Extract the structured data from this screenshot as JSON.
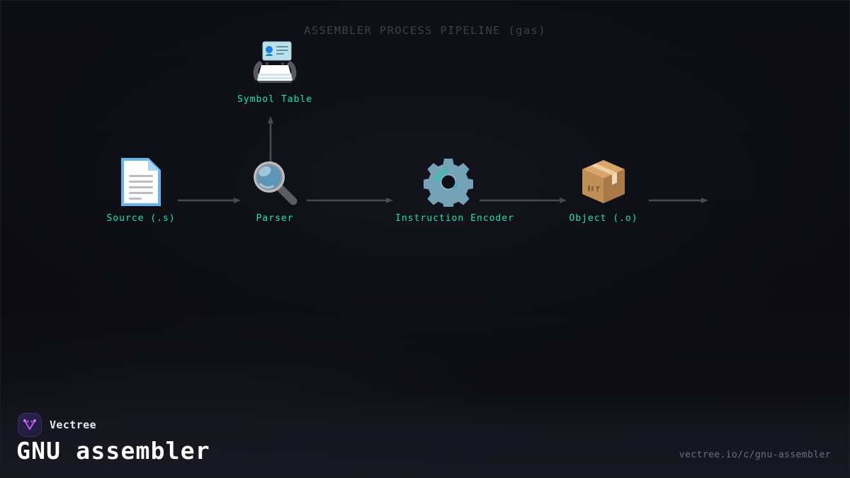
{
  "diagram": {
    "title": "ASSEMBLER PROCESS PIPELINE (gas)",
    "title_color": "#3e4049",
    "label_color": "#1fe0a8",
    "arrow_color": "#4a4a52",
    "background": "#0d0d13",
    "nodes": [
      {
        "id": "source",
        "label": "Source (.s)",
        "icon": "page-facing-up-icon"
      },
      {
        "id": "parser",
        "label": "Parser",
        "icon": "magnifying-glass-icon"
      },
      {
        "id": "symbol",
        "label": "Symbol Table",
        "icon": "card-index-icon"
      },
      {
        "id": "encoder",
        "label": "Instruction Encoder",
        "icon": "gear-icon"
      },
      {
        "id": "object",
        "label": "Object (.o)",
        "icon": "package-box-icon"
      }
    ],
    "edges": [
      {
        "from": "source",
        "to": "parser",
        "direction": "right"
      },
      {
        "from": "parser",
        "to": "encoder",
        "direction": "right"
      },
      {
        "from": "parser",
        "to": "symbol",
        "direction": "up"
      },
      {
        "from": "encoder",
        "to": "object",
        "direction": "right"
      },
      {
        "from": "object",
        "to": "",
        "direction": "right"
      }
    ]
  },
  "footer": {
    "brand_name": "Vectree",
    "brand_logo_icon": "vectree-logo-icon",
    "headline": "GNU assembler",
    "url": "vectree.io/c/gnu-assembler",
    "brand_accent": "#c05cf0"
  }
}
